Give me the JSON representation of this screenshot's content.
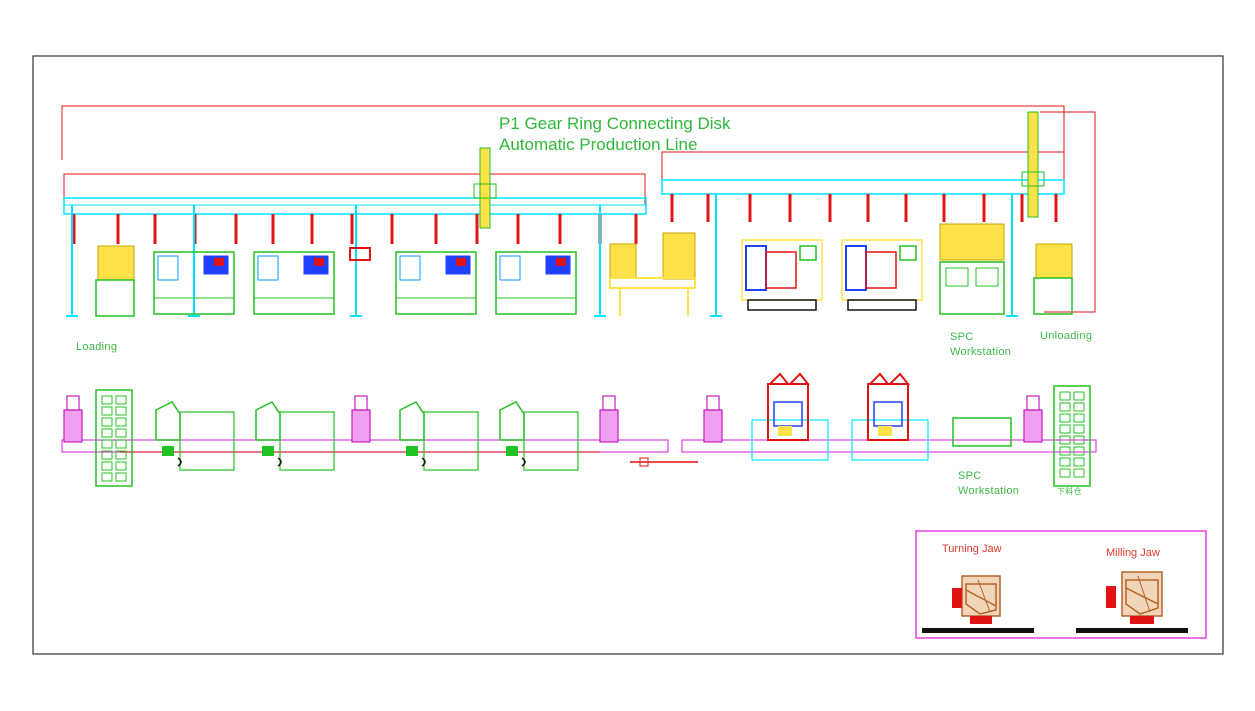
{
  "title": {
    "line1": "P1 Gear Ring Connecting Disk",
    "line2": "Automatic Production Line"
  },
  "labels": {
    "loading": "Loading",
    "unloading": "Unloading",
    "spc_top_line1": "SPC",
    "spc_top_line2": "Workstation",
    "spc_bottom_line1": "SPC",
    "spc_bottom_line2": "Workstation",
    "bottom_right_cn": "下料仓"
  },
  "legend": {
    "turning_jaw": "Turning Jaw",
    "milling_jaw": "Milling Jaw"
  },
  "colors": {
    "cyan": "#00e5ff",
    "red": "#e01414",
    "green": "#22c222",
    "yellow": "#ffe14a",
    "magenta": "#e040e0",
    "blue": "#2040ff",
    "title_green": "#2fb83a",
    "legend_border": "#e040e0",
    "jaw_brown": "#b5652a"
  }
}
